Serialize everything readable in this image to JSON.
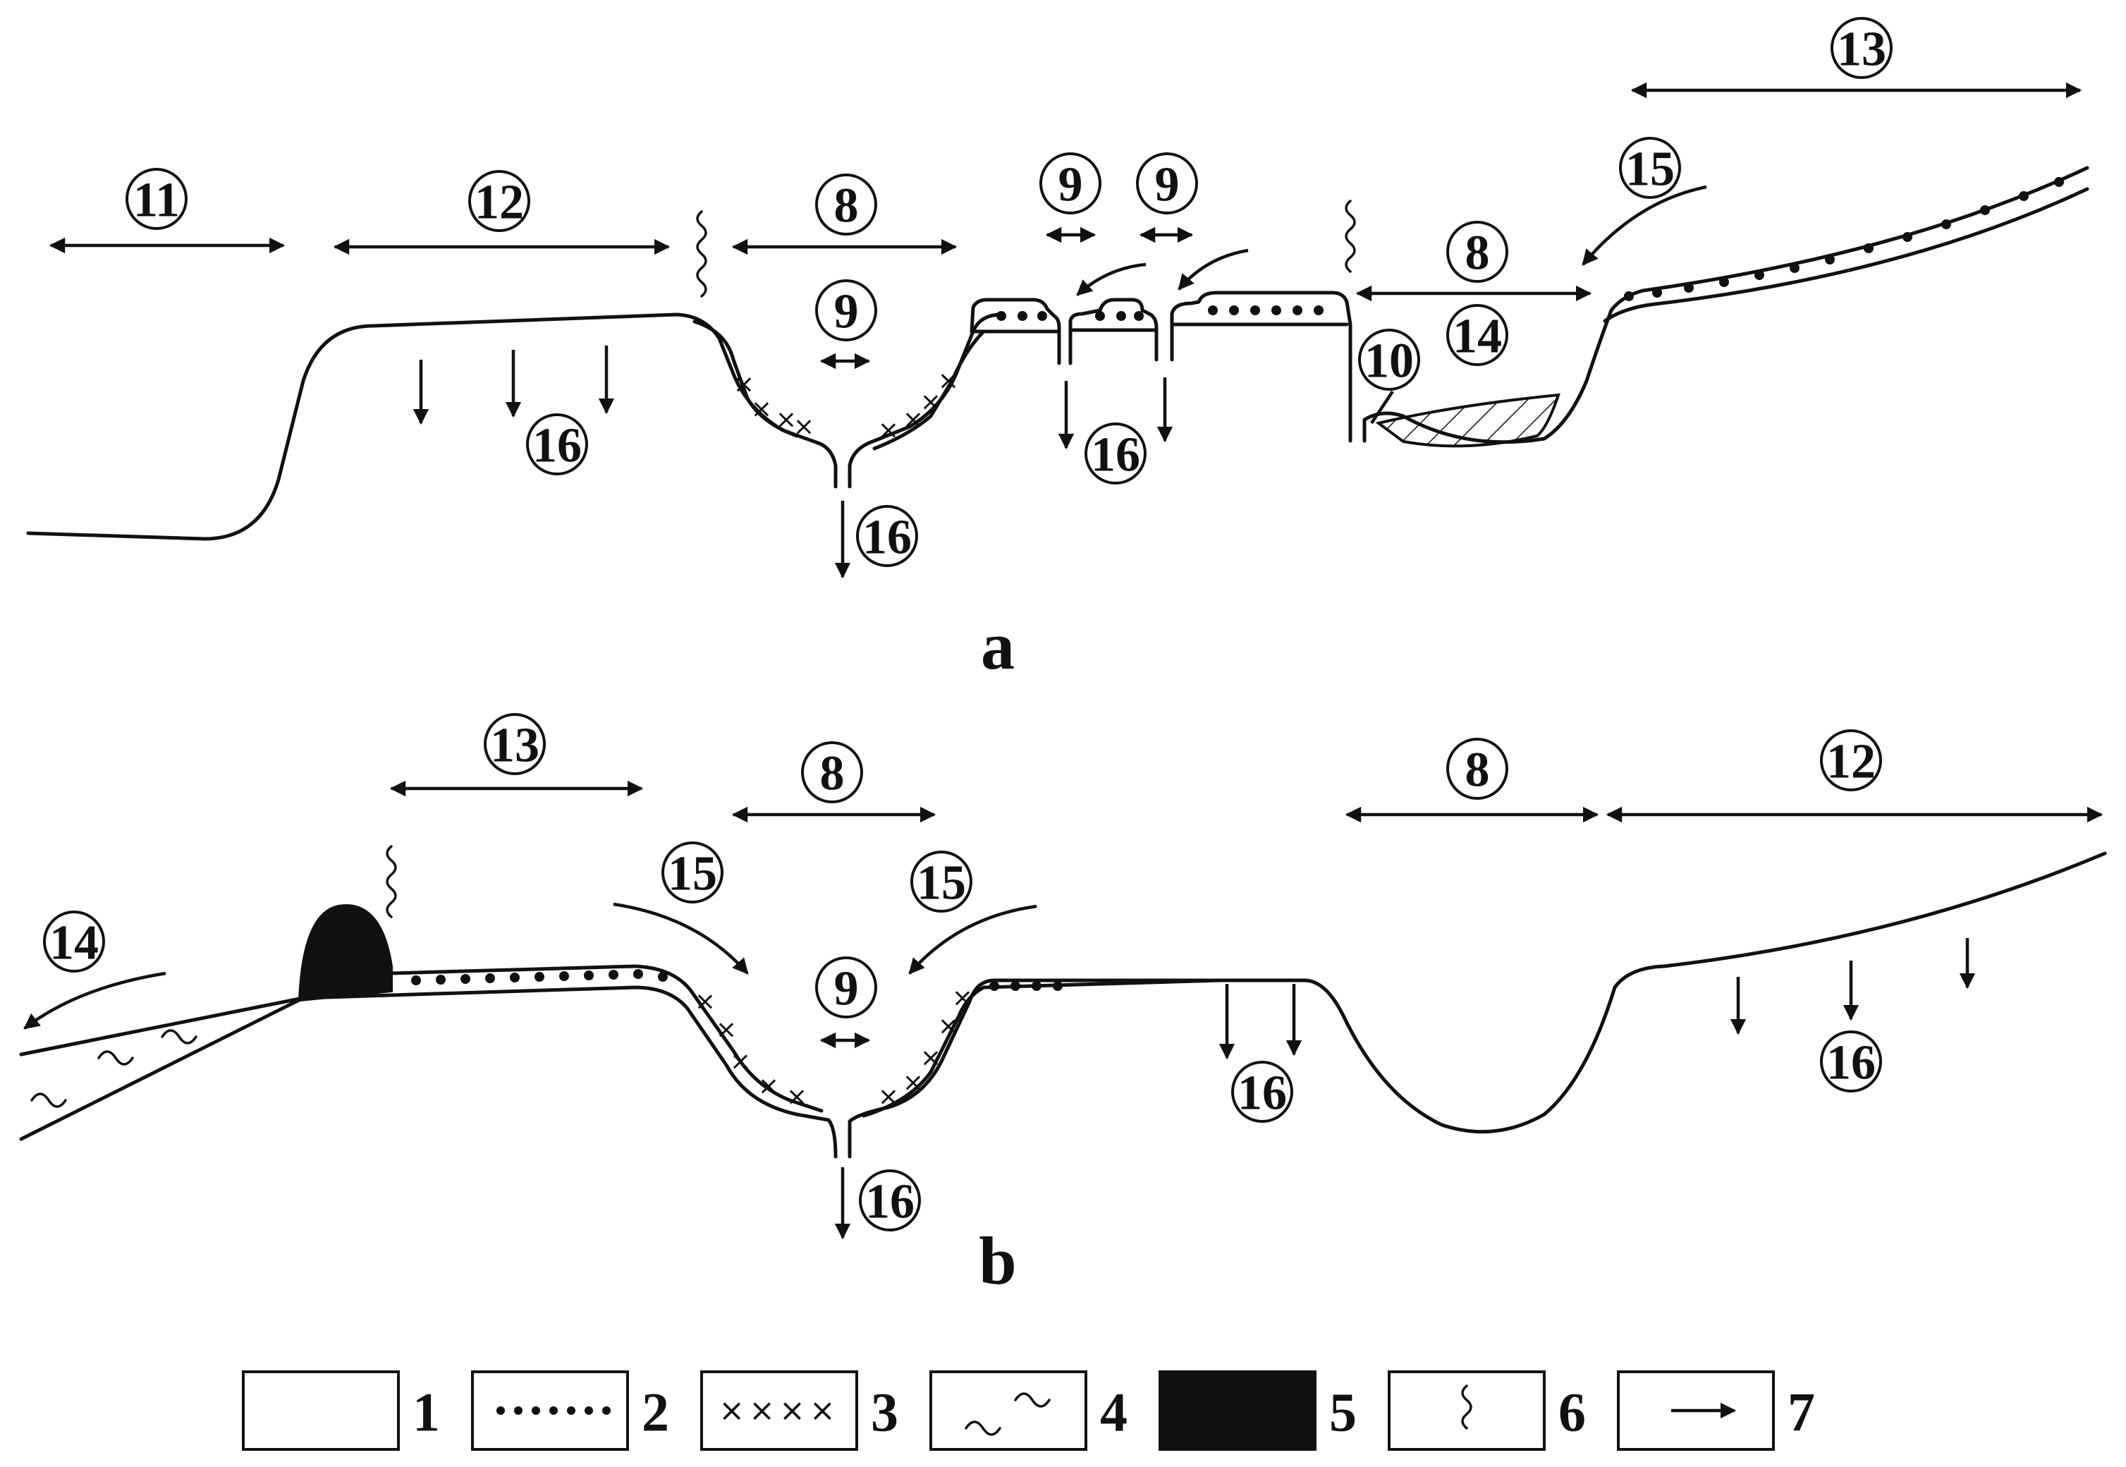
{
  "panels": {
    "a": {
      "label": "a"
    },
    "b": {
      "label": "b"
    }
  },
  "numbers": {
    "a": {
      "n11": "11",
      "n12": "12",
      "n8_left": "8",
      "n9_top_left": "9",
      "n9_top_right": "9",
      "n9_center": "9",
      "n16_plateau": "16",
      "n16_trough": "16",
      "n16_gaps": "16",
      "n8_right": "8",
      "n14": "14",
      "n10": "10",
      "n15": "15",
      "n13": "13"
    },
    "b": {
      "n13": "13",
      "n8_left": "8",
      "n15_left": "15",
      "n15_right": "15",
      "n9": "9",
      "n14": "14",
      "n16_trough": "16",
      "n16_middle": "16",
      "n8_right": "8",
      "n12": "12",
      "n16_right": "16"
    }
  },
  "legend": [
    {
      "num": "1",
      "icon": "hatch-icon"
    },
    {
      "num": "2",
      "icon": "dots-icon"
    },
    {
      "num": "3",
      "icon": "crosses-icon"
    },
    {
      "num": "4",
      "icon": "waves-icon"
    },
    {
      "num": "5",
      "icon": "solid-black-icon"
    },
    {
      "num": "6",
      "icon": "squiggle-icon"
    },
    {
      "num": "7",
      "icon": "arrow-icon"
    }
  ],
  "legend_crosses": "××××",
  "colors": {
    "ink": "#111111",
    "background": "#ffffff"
  }
}
